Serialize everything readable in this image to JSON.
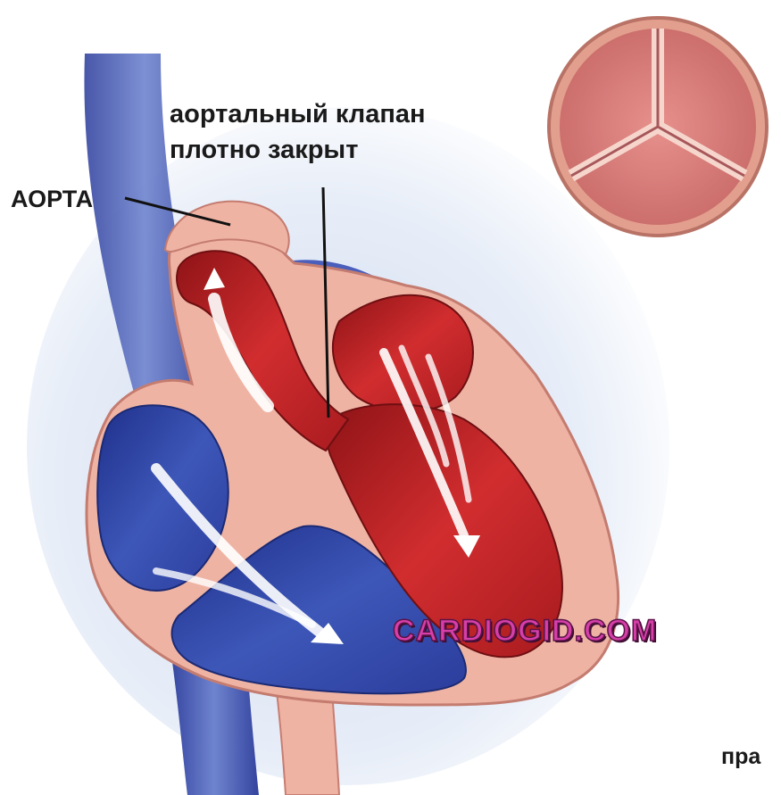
{
  "labels": {
    "valve_line1": "аортальный клапан",
    "valve_line2": "плотно закрыт",
    "aorta": "АОРТА",
    "bottom_cut": "пра"
  },
  "watermark": "CARDIOGID.COM",
  "colors": {
    "artery_red": "#c2252b",
    "vein_blue": "#2e3f9e",
    "tissue_pink": "#efb3a3",
    "watermark": "#d63fa8"
  }
}
